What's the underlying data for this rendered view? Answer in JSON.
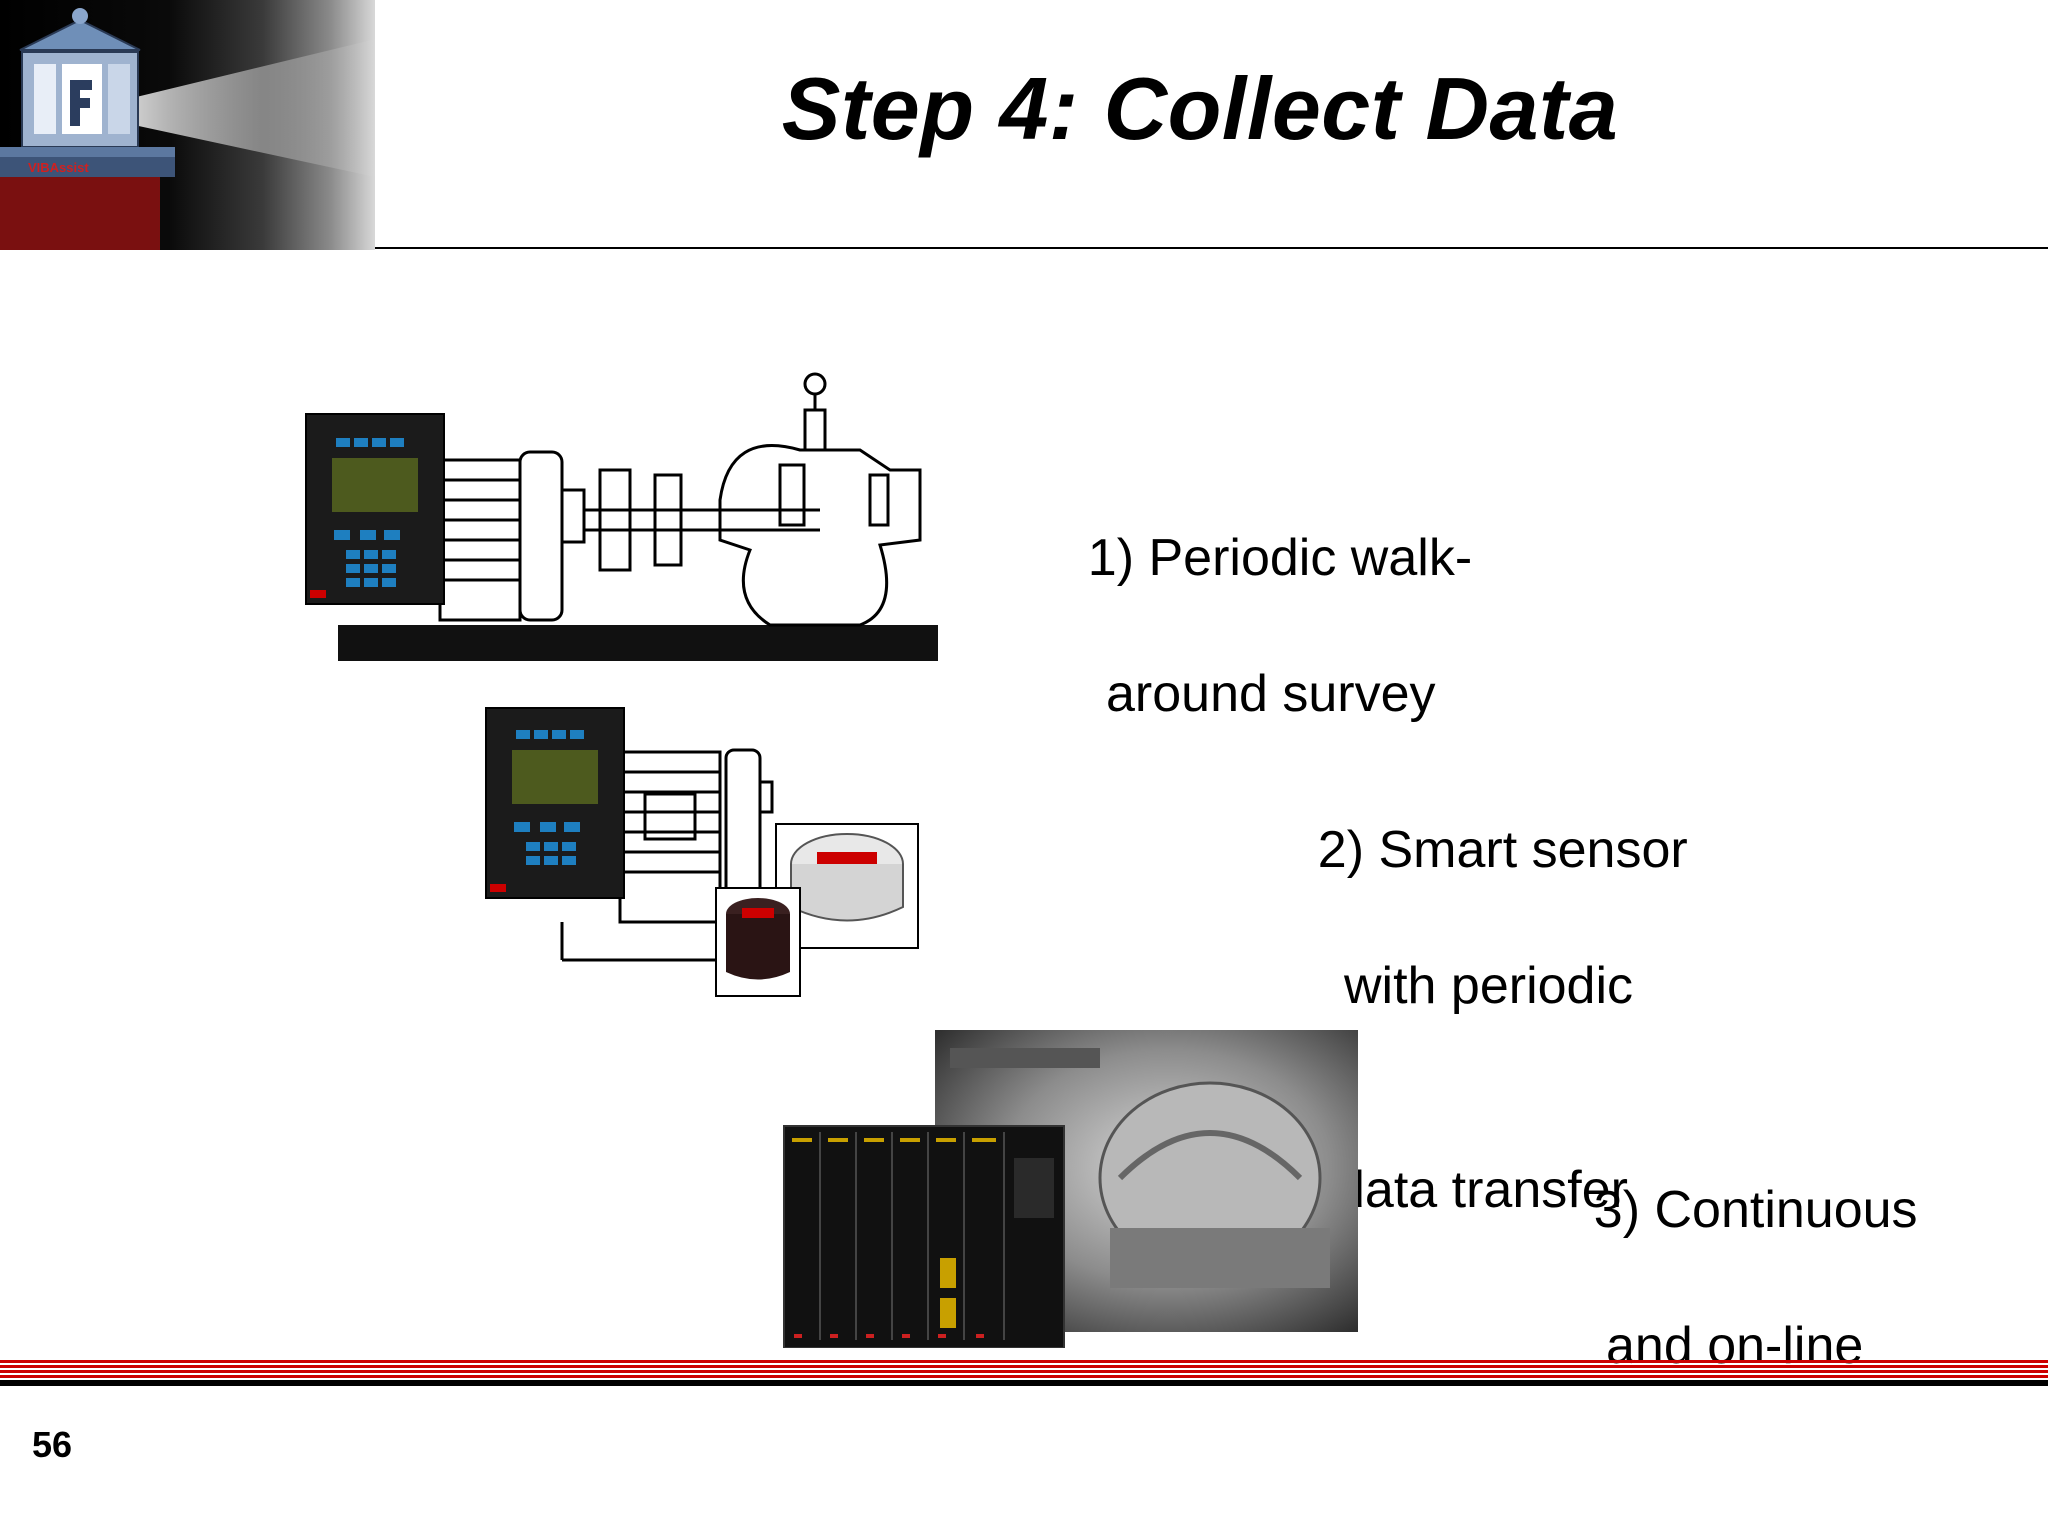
{
  "slide": {
    "title": "Step 4:  Collect Data",
    "page_number": "56",
    "logo": {
      "icon": "lighthouse-logo-icon"
    },
    "items": [
      {
        "line1": "1) Periodic walk-",
        "line2": "around survey",
        "illustration": "portable-analyzer-with-motor-pump-icon"
      },
      {
        "line1": "2) Smart sensor",
        "line2": "with periodic",
        "line3": "data transfer",
        "illustration": "analyzer-motor-smart-sensors-icon"
      },
      {
        "line1": "3) Continuous",
        "line2": "and on-line",
        "illustration": "online-monitoring-rack-and-turbine-icon"
      }
    ],
    "colors": {
      "accent_red": "#cc0000",
      "rule_black": "#000000",
      "screen_green": "#4d5a1e",
      "key_blue": "#1e7fc0"
    }
  }
}
